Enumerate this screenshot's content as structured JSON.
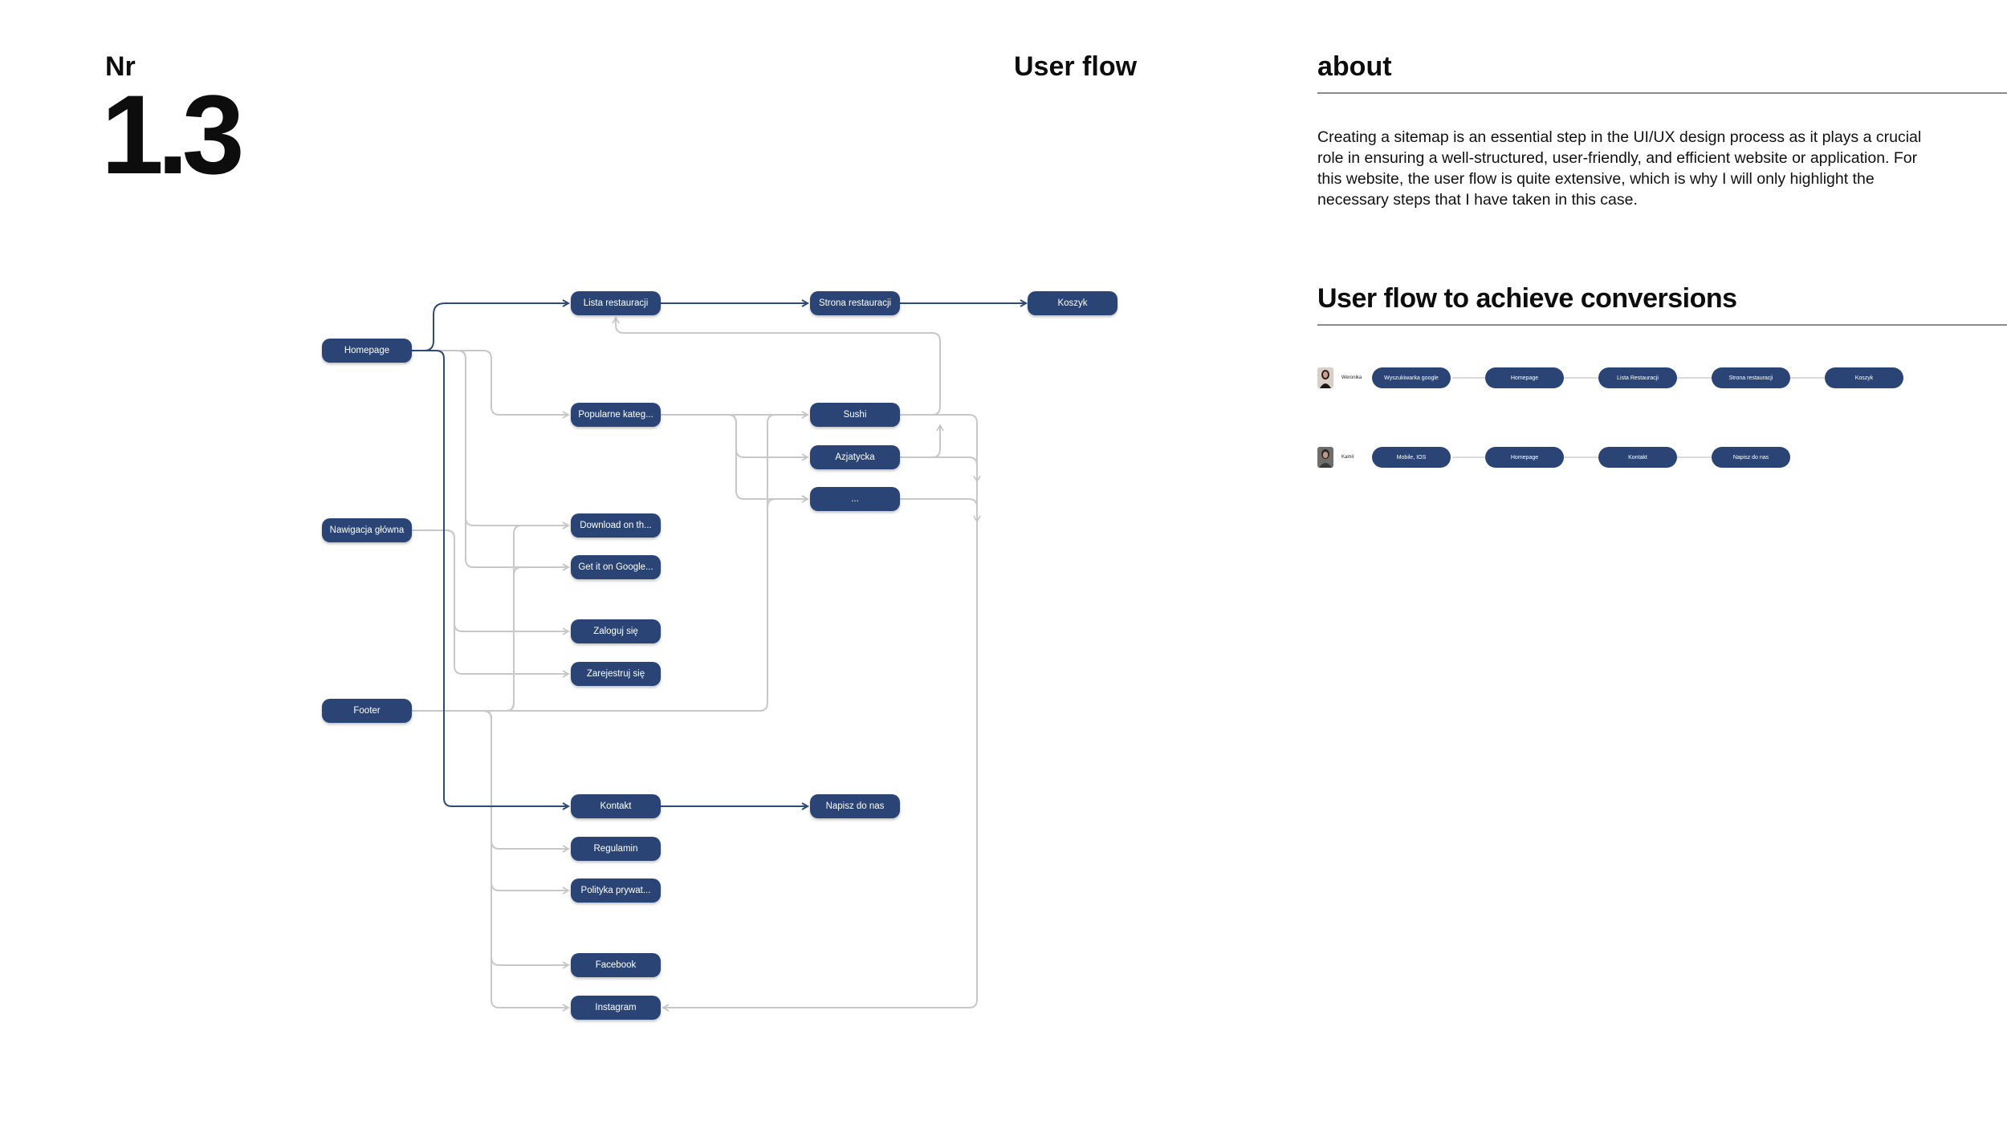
{
  "header": {
    "nr_label": "Nr",
    "nr_number": "1.3",
    "user_flow_title": "User flow"
  },
  "about": {
    "title": "about",
    "text": "Creating a sitemap is an essential step in the UI/UX design process as it plays a crucial role in ensuring a well-structured, user-friendly, and efficient website or application. For this website, the user flow is quite extensive, which is why I will only highlight the necessary steps that I have taken in this case."
  },
  "conversions": {
    "title": "User flow to achieve conversions",
    "personas": [
      {
        "name": "Weronika",
        "steps": [
          "Wyszukiwarka google",
          "Homepage",
          "Lista Restauracji",
          "Strona restauracji",
          "Koszyk"
        ]
      },
      {
        "name": "Kamil",
        "steps": [
          "Mobile, IOS",
          "Homepage",
          "Kontakt",
          "Napisz do nas"
        ]
      }
    ]
  },
  "diagram": {
    "nodes": {
      "homepage": "Homepage",
      "nawigacja": "Nawigacja główna",
      "footer": "Footer",
      "lista": "Lista restauracji",
      "popularne": "Popularne kateg...",
      "download": "Download on th...",
      "google": "Get it on Google...",
      "zaloguj": "Zaloguj się",
      "zarejestruj": "Zarejestruj się",
      "kontakt": "Kontakt",
      "regulamin": "Regulamin",
      "polityka": "Polityka prywat...",
      "facebook": "Facebook",
      "instagram": "Instagram",
      "strona": "Strona restauracji",
      "sushi": "Sushi",
      "azjatycka": "Azjatycka",
      "more": "...",
      "napisz": "Napisz do nas",
      "koszyk": "Koszyk"
    },
    "colors": {
      "node": "#2a4575",
      "primary_line": "#2f4a74",
      "secondary_line": "#c8c8c8"
    }
  }
}
